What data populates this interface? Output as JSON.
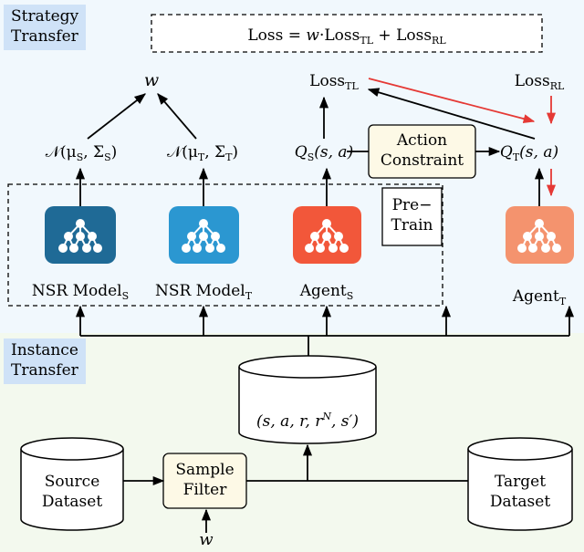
{
  "strategy_label": "Strategy\nTransfer",
  "instance_label": "Instance\nTransfer",
  "loss_formula": {
    "a": "Loss",
    "b": " = ",
    "c": "w",
    "d": "·Loss",
    "e": "TL",
    "f": " + Loss",
    "g": "RL"
  },
  "w_symbol": "w",
  "loss_tl": {
    "base": "Loss",
    "sub": "TL"
  },
  "loss_rl": {
    "base": "Loss",
    "sub": "RL"
  },
  "normal_s": {
    "a": "𝒩(μ",
    "b": "S",
    "c": ", Σ",
    "d": "S",
    "e": ")"
  },
  "normal_t": {
    "a": "𝒩(μ",
    "b": "T",
    "c": ", Σ",
    "d": "T",
    "e": ")"
  },
  "q_s": {
    "a": "Q",
    "b": "S",
    "c": "(s, a)"
  },
  "q_t": {
    "a": "Q",
    "b": "T",
    "c": "(s, a)"
  },
  "action_constraint": "Action\nConstraint",
  "pretrain": "Pre−\nTrain",
  "nsr_model_s": {
    "base": "NSR Model",
    "sub": "S"
  },
  "nsr_model_t": {
    "base": "NSR Model",
    "sub": "T"
  },
  "agent_s": {
    "base": "Agent",
    "sub": "S"
  },
  "agent_t": {
    "base": "Agent",
    "sub": "T"
  },
  "buffer": {
    "a": "(s, a, r, r",
    "b": "N",
    "c": ", s′)"
  },
  "source_dataset": "Source\nDataset",
  "target_dataset": "Target\nDataset",
  "sample_filter": "Sample\nFilter",
  "filter_w": "w",
  "colors": {
    "nsr_s": "#1f6a96",
    "nsr_t": "#2b97d1",
    "agent_s": "#f2573a",
    "agent_t": "#f4936e",
    "highlight_box": "#fdf9e6",
    "red_arrow": "#e53935"
  },
  "icons": [
    "network-icon"
  ]
}
